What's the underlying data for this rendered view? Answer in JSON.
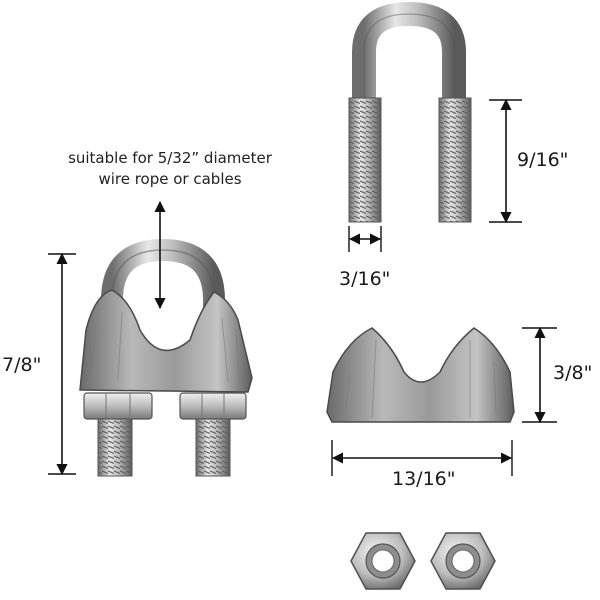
{
  "note": {
    "line1": "suitable for 5/32” diameter",
    "line2": "wire rope or cables"
  },
  "dimensions": {
    "clip_height": "7/8\"",
    "ubolt_thread_length": "9/16\"",
    "ubolt_rod_diameter": "3/16\"",
    "saddle_height": "3/8\"",
    "saddle_width": "13/16\""
  },
  "colors": {
    "metal_light": "#e4e4e4",
    "metal_mid": "#a8a8a8",
    "metal_dark": "#5f5f5f",
    "dimension_line": "#111111"
  },
  "parts": [
    "wire-rope-clip-assembled",
    "u-bolt",
    "saddle",
    "hex-nut",
    "hex-nut"
  ]
}
